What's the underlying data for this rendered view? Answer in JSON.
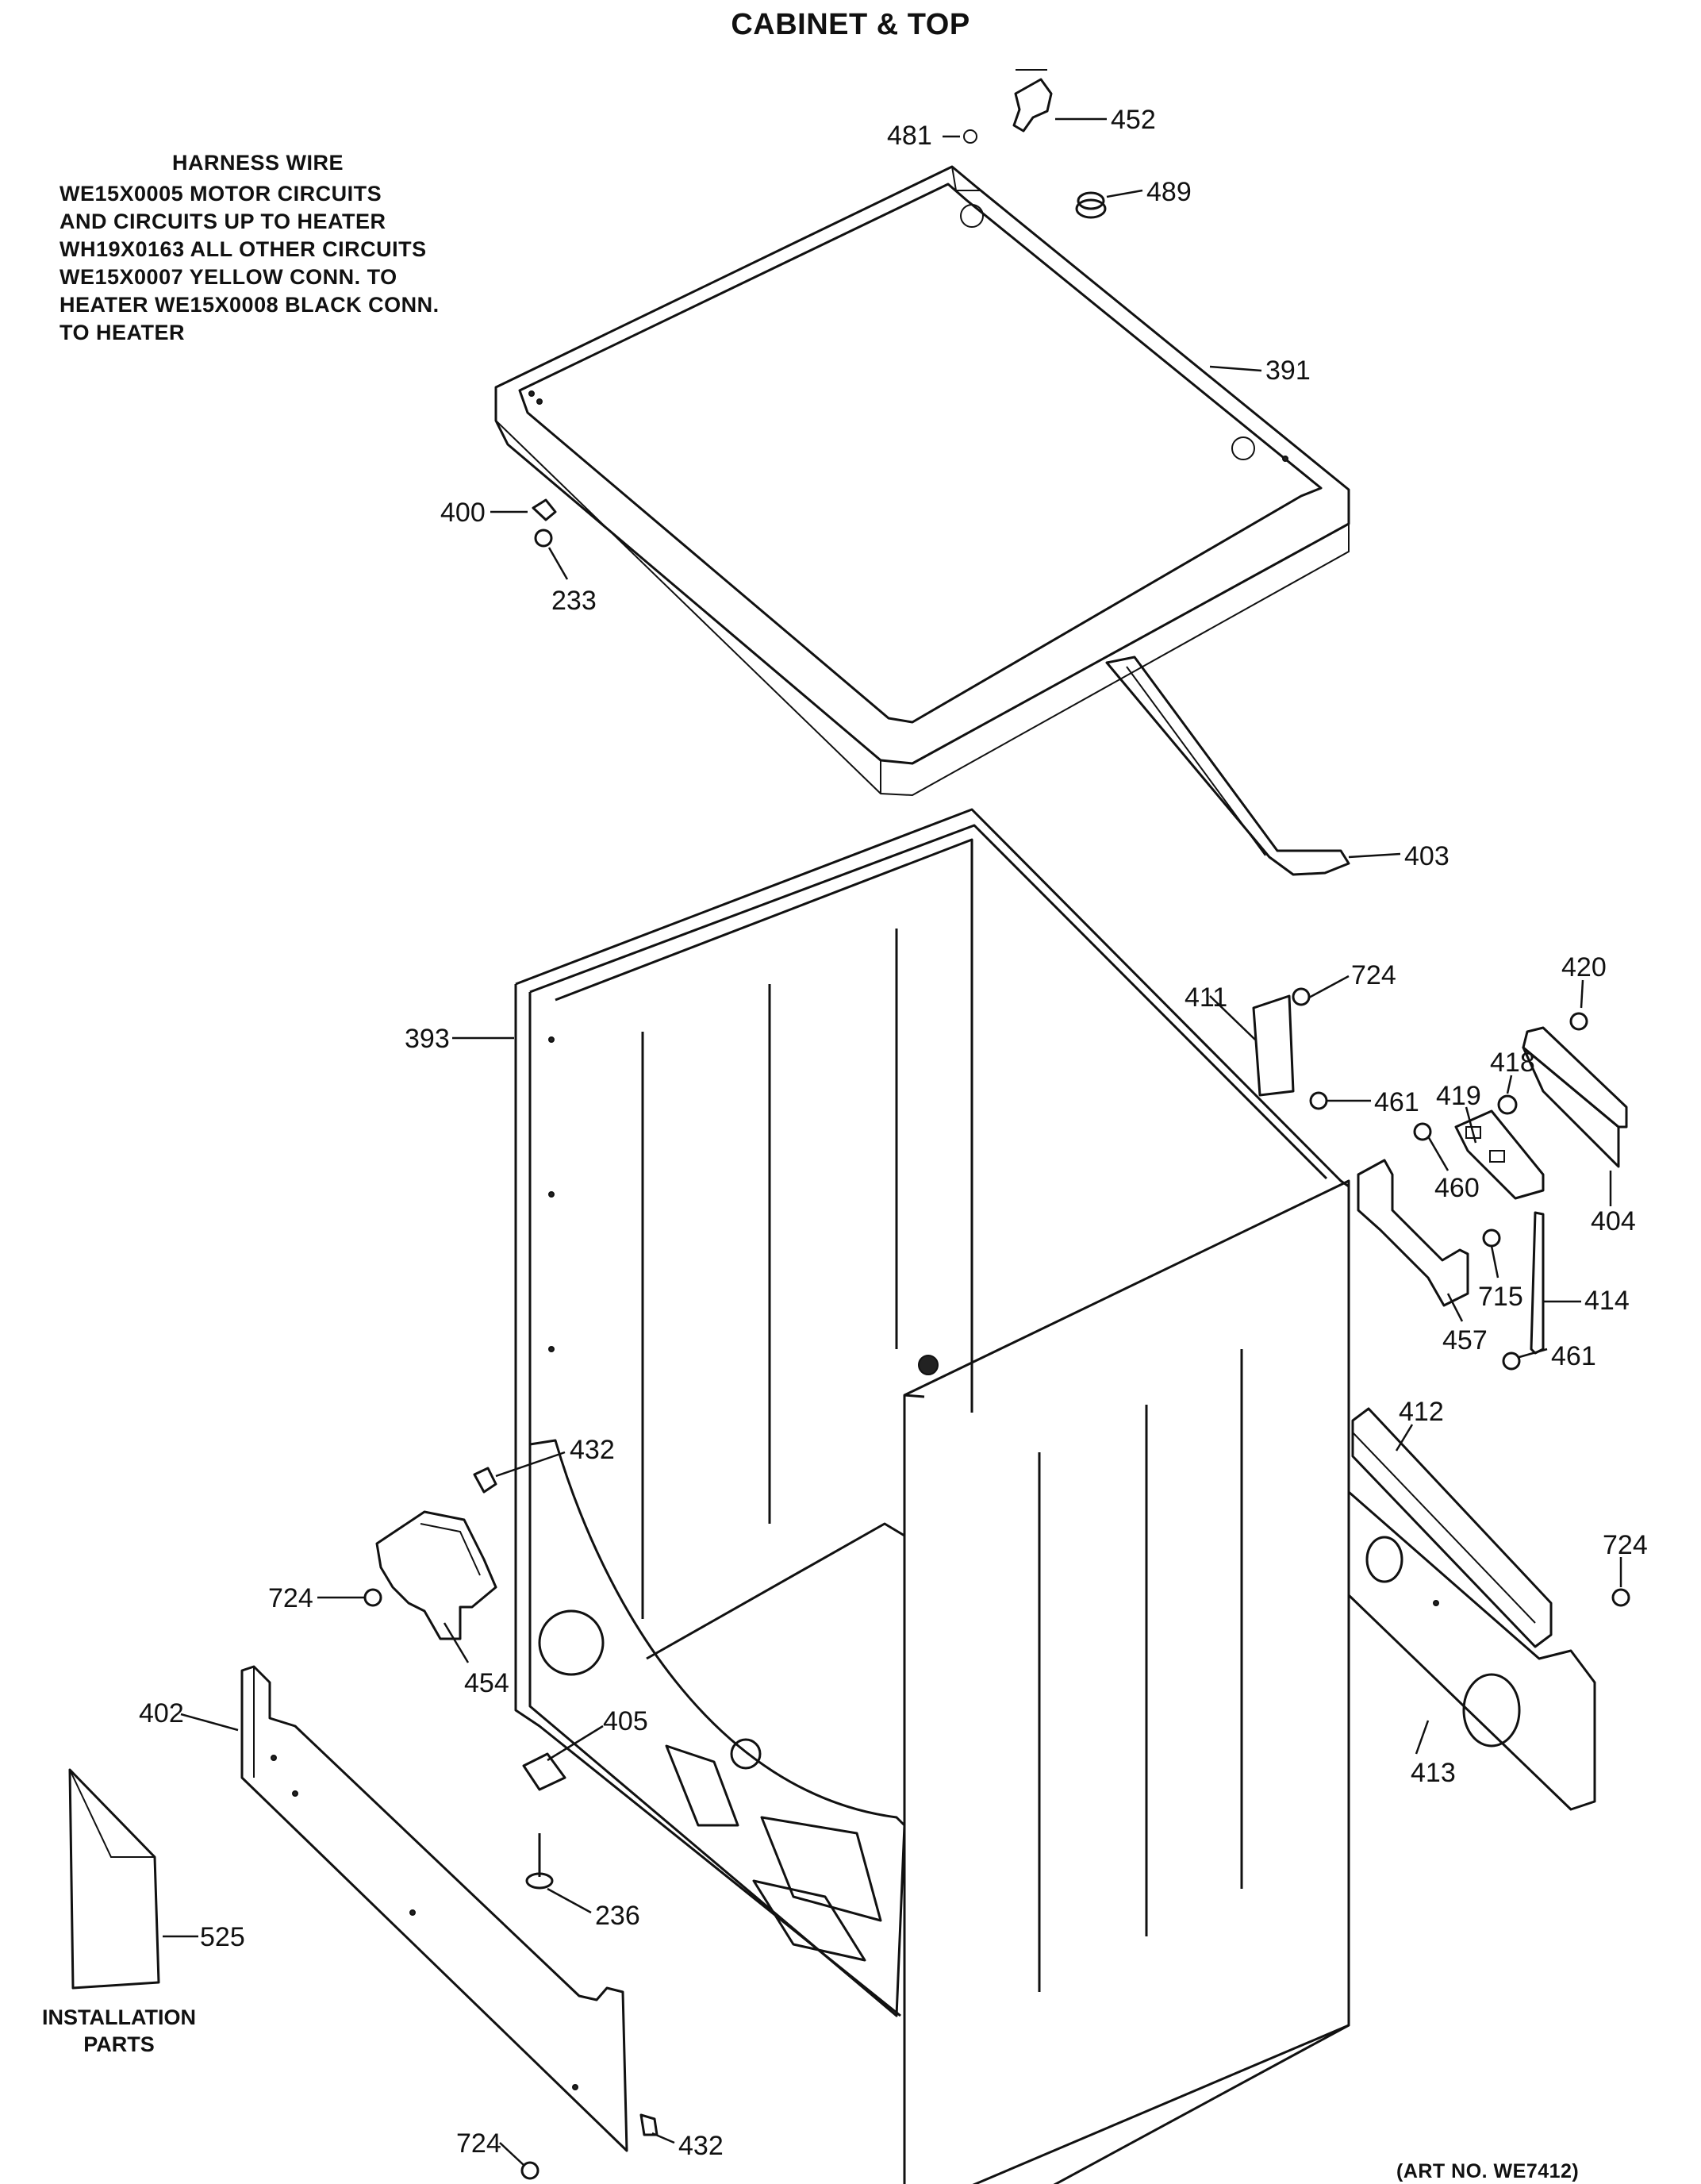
{
  "title": "CABINET & TOP",
  "harness": {
    "heading": "HARNESS WIRE",
    "lines": [
      "WE15X0005 MOTOR CIRCUITS",
      "AND CIRCUITS UP TO HEATER",
      "WH19X0163 ALL OTHER CIRCUITS",
      "WE15X0007 YELLOW CONN. TO",
      "HEATER WE15X0008 BLACK CONN.",
      "TO HEATER"
    ]
  },
  "installation_label": [
    "INSTALLATION",
    "PARTS"
  ],
  "art_number": "(ART NO. WE7412)",
  "part_labels": {
    "p481": "481",
    "p452": "452",
    "p489": "489",
    "p391": "391",
    "p400": "400",
    "p233": "233",
    "p403": "403",
    "p393": "393",
    "p411": "411",
    "p724a": "724",
    "p420": "420",
    "p419": "419",
    "p418": "418",
    "p461a": "461",
    "p460": "460",
    "p404": "404",
    "p457": "457",
    "p715": "715",
    "p414": "414",
    "p461b": "461",
    "p412": "412",
    "p432a": "432",
    "p724b": "724",
    "p454": "454",
    "p724c": "724",
    "p402": "402",
    "p405": "405",
    "p413": "413",
    "p236": "236",
    "p525": "525",
    "p724d": "724",
    "p432b": "432"
  }
}
